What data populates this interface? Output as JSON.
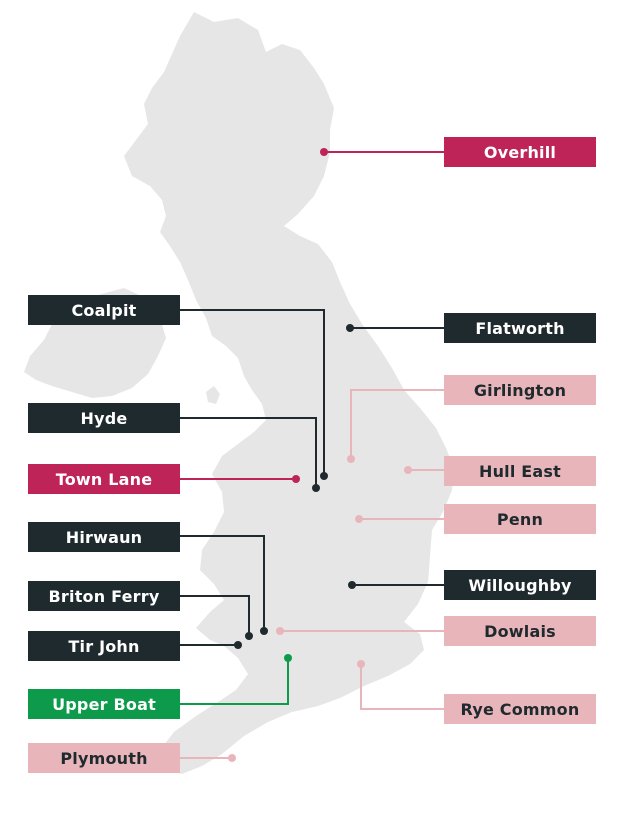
{
  "colors": {
    "land": "#e6e6e6",
    "dark": "#1f2a2e",
    "magenta": "#be2457",
    "pink": "#e8b6ba",
    "green": "#0d9b4b"
  },
  "sites": {
    "overhill": "Overhill",
    "coalpit": "Coalpit",
    "flatworth": "Flatworth",
    "girlington": "Girlington",
    "hyde": "Hyde",
    "town_lane": "Town Lane",
    "hull_east": "Hull East",
    "penn": "Penn",
    "hirwaun": "Hirwaun",
    "willoughby": "Willoughby",
    "briton_ferry": "Briton Ferry",
    "dowlais": "Dowlais",
    "tir_john": "Tir John",
    "upper_boat": "Upper Boat",
    "rye_common": "Rye Common",
    "plymouth": "Plymouth"
  }
}
